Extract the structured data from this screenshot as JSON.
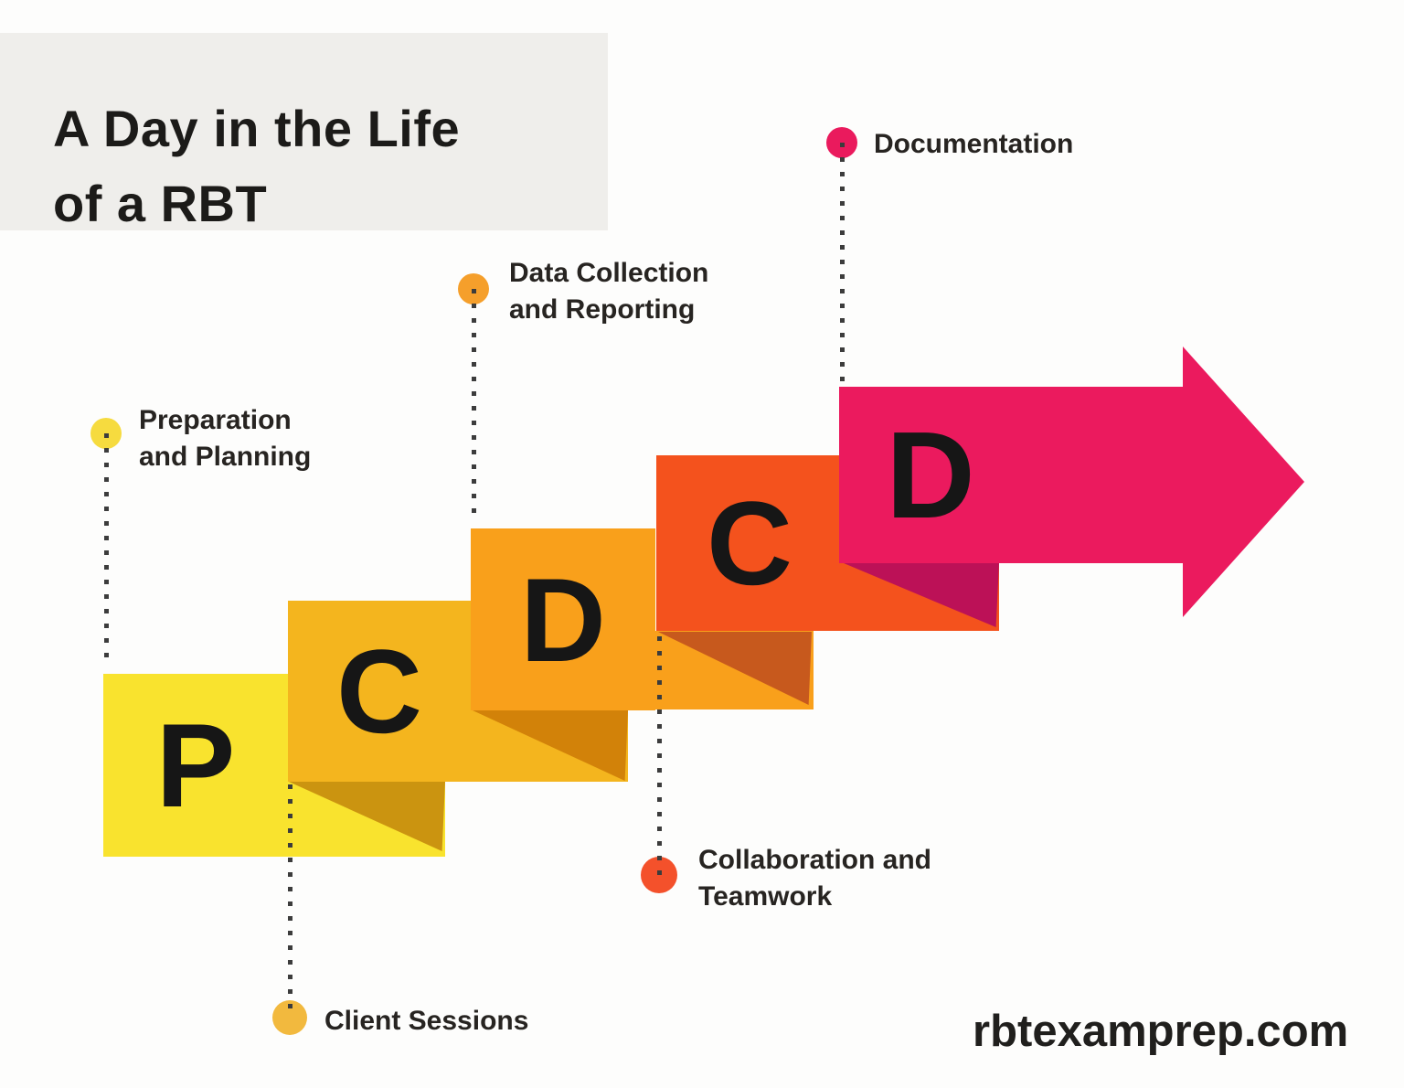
{
  "page": {
    "background": "#FDFDFC",
    "letter_color": "#161616",
    "label_color": "#272421",
    "connector_color": "#3C3C3C"
  },
  "title": {
    "line1": "A Day in the Life",
    "line2": "of a RBT",
    "box_color": "#EFEEEB",
    "text_color": "#1C1B19"
  },
  "footer": {
    "site": "rbtexamprep.com"
  },
  "steps": [
    {
      "letter": "P",
      "label": "Preparation and Planning",
      "label_line1": "Preparation",
      "label_line2": "and Planning",
      "color": "#F9E32E",
      "fold_color": "",
      "dot_color": "#F6DB3F"
    },
    {
      "letter": "C",
      "label": "Client Sessions",
      "label_line1": "Client Sessions",
      "label_line2": "",
      "color": "#F4B51E",
      "fold_color": "#CB9410",
      "dot_color": "#F2B93E"
    },
    {
      "letter": "D",
      "label": "Data Collection and Reporting",
      "label_line1": "Data Collection",
      "label_line2": "and Reporting",
      "color": "#F9A01B",
      "fold_color": "#D28209",
      "dot_color": "#F59F2B"
    },
    {
      "letter": "C",
      "label": "Collaboration and Teamwork",
      "label_line1": "Collaboration and",
      "label_line2": "Teamwork",
      "color": "#F4521D",
      "fold_color": "#C7591D",
      "dot_color": "#F4512B"
    },
    {
      "letter": "D",
      "label": "Documentation",
      "label_line1": "Documentation",
      "label_line2": "",
      "color": "#EB1A5E",
      "fold_color": "#BC1157",
      "dot_color": "#EA1A5D"
    }
  ]
}
